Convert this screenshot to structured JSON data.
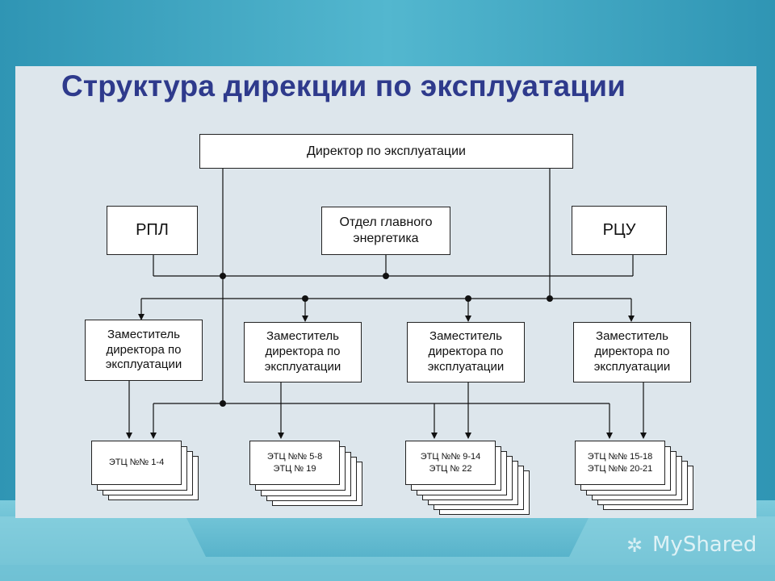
{
  "title": "Структура дирекции по эксплуатации",
  "boxes": {
    "director": "Директор по эксплуатации",
    "rpl": "РПЛ",
    "chief_energy": "Отдел главного\nэнергетика",
    "rcu": "РЦУ",
    "deputies": [
      "Заместитель\nдиректора по\nэксплуатации",
      "Заместитель\nдиректора по\nэксплуатации",
      "Заместитель\nдиректора по\nэксплуатации",
      "Заместитель\nдиректора по\nэксплуатации"
    ],
    "etc_groups": [
      "ЭТЦ №№ 1-4",
      "ЭТЦ №№ 5-8\nЭТЦ № 19",
      "ЭТЦ №№ 9-14\nЭТЦ № 22",
      "ЭТЦ №№ 15-18\nЭТЦ №№ 20-21"
    ]
  },
  "watermark": "MyShared",
  "colors": {
    "title": "#2e3a8c",
    "panel": "#dde6ec",
    "frame": "#3aa3bd"
  }
}
